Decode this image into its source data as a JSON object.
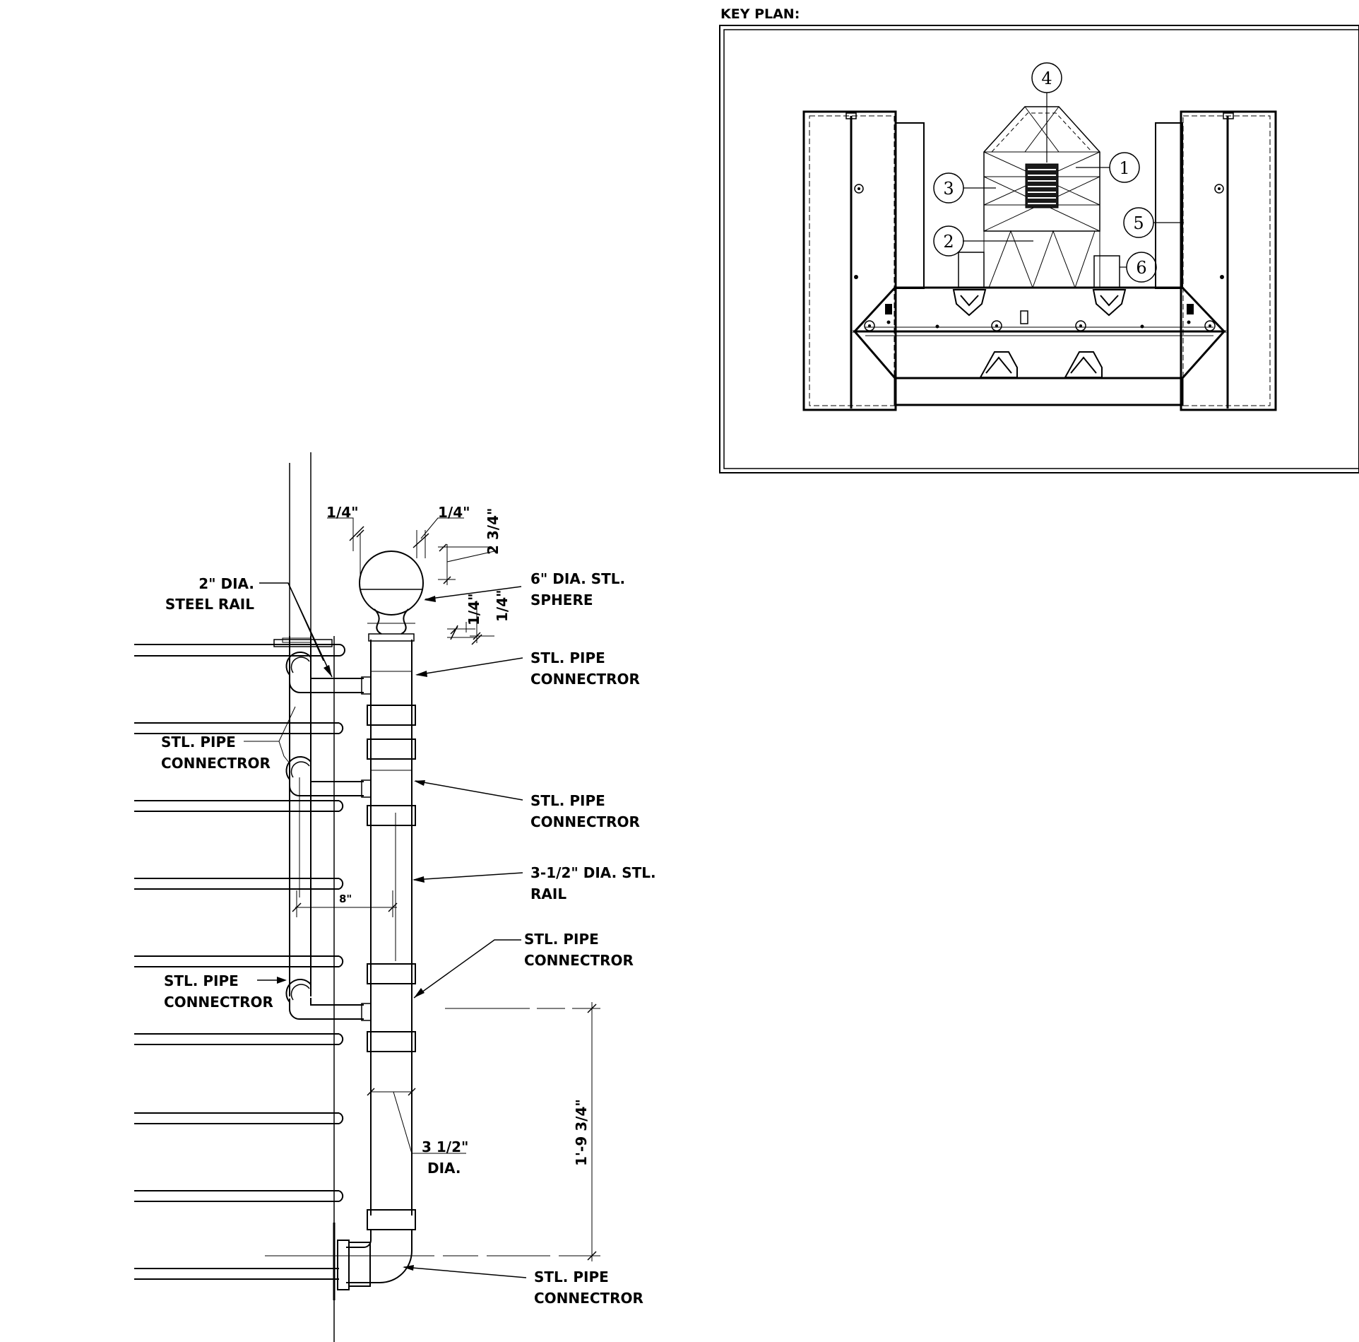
{
  "key_plan": {
    "title": "KEY PLAN:",
    "callouts": [
      "1",
      "2",
      "3",
      "4",
      "5",
      "6"
    ]
  },
  "labels": {
    "steel_rail_2in_line1": "2\" DIA.",
    "steel_rail_2in_line2": "STEEL RAIL",
    "sphere_line1": "6\" DIA. STL.",
    "sphere_line2": "SPHERE",
    "connector_top_line1": "STL. PIPE",
    "connector_top_line2": "CONNECTROR",
    "connector_left_upper_line1": "STL. PIPE",
    "connector_left_upper_line2": "CONNECTROR",
    "connector_mid_line1": "STL. PIPE",
    "connector_mid_line2": "CONNECTROR",
    "rail_35_line1": "3-1/2\" DIA. STL.",
    "rail_35_line2": "RAIL",
    "connector_lower_line1": "STL. PIPE",
    "connector_lower_line2": "CONNECTROR",
    "connector_left_lower_line1": "STL. PIPE",
    "connector_left_lower_line2": "CONNECTROR",
    "connector_bottom_line1": "STL. PIPE",
    "connector_bottom_line2": "CONNECTROR",
    "pipe_dia_line1": "3 1/2\"",
    "pipe_dia_line2": "DIA."
  },
  "dimensions": {
    "quarter_a": "1/4\"",
    "quarter_b": "1/4\"",
    "quarter_c": "1/4\"",
    "quarter_d": "1/4\"",
    "two_three_quarter": "2 3/4\"",
    "eight": "8\"",
    "height": "1'-9 3/4\""
  }
}
